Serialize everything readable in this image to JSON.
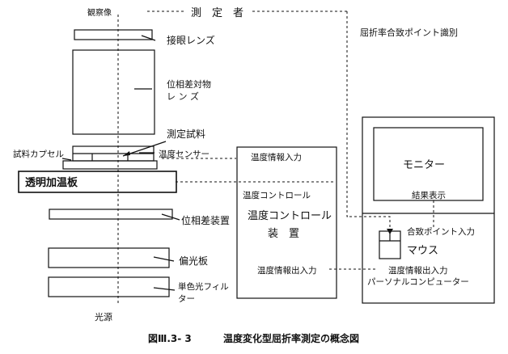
{
  "labels": {
    "observation_image": "観察像",
    "measurer": "測　定　者",
    "refractive_index_id": "屈折率合致ポイント識別",
    "eyepiece_lens": "接眼レンズ",
    "phase_objective_line1": "位相差対物",
    "phase_objective_line2": "レ ン ズ",
    "sample": "測定試料",
    "sample_capsule": "試料カプセル",
    "temperature_sensor": "温度センサー",
    "transparent_heating_plate": "透明加温板",
    "phase_contrast_device": "位相差装置",
    "polarizer": "偏光板",
    "mono_filter_line1": "単色光フィル",
    "mono_filter_line2": "ター",
    "light_source": "光源",
    "temp_info_input": "温度情報入力",
    "temp_control_label": "温度コントロール",
    "temp_control_device_line1": "温度コントロール",
    "temp_control_device_line2": "装　置",
    "temp_info_io": "温度情報出入力",
    "monitor": "モニター",
    "result_display": "結果表示",
    "match_point_input": "合致ポイント入力",
    "mouse": "マウス",
    "temp_info_io_pc": "温度情報出入力",
    "personal_computer": "パーソナルコンピューター"
  },
  "caption": {
    "figure_number": "図Ⅲ.3- 3",
    "title": "温度変化型屈折率測定の概念図"
  }
}
